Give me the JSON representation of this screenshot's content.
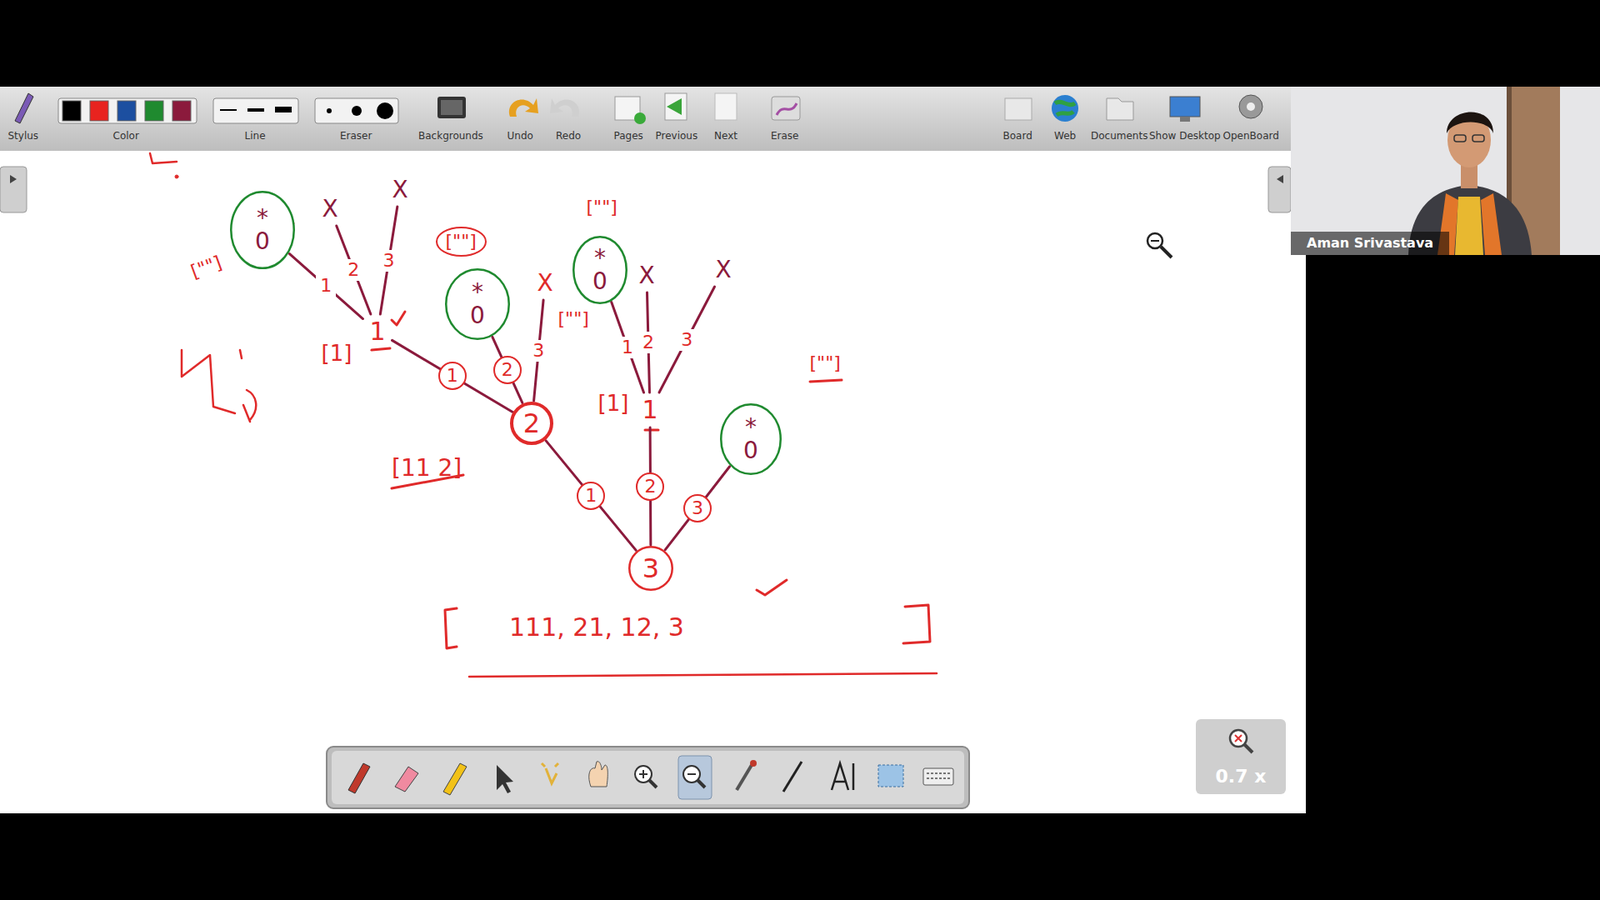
{
  "diagram": {
    "nodes": [
      {
        "text": [
          "3"
        ]
      },
      {
        "text": [
          "2"
        ]
      },
      {
        "text": [
          "1"
        ]
      },
      {
        "text": [
          "*",
          "0"
        ]
      },
      {
        "text": [
          "1"
        ]
      },
      {
        "text": [
          "*",
          "0"
        ]
      },
      {
        "text": [
          "X"
        ]
      },
      {
        "text": [
          "*",
          "0"
        ]
      },
      {
        "text": [
          "X"
        ]
      },
      {
        "text": [
          "X"
        ]
      },
      {
        "text": [
          "*",
          "0"
        ]
      },
      {
        "text": [
          "X"
        ]
      },
      {
        "text": [
          "X"
        ]
      }
    ],
    "edges": [
      {
        "from": 0,
        "to": 1,
        "arrow": "none",
        "label": "1"
      },
      {
        "from": 0,
        "to": 2,
        "arrow": "none",
        "label": "2"
      },
      {
        "from": 0,
        "to": 3,
        "arrow": "none",
        "label": "3"
      },
      {
        "from": 1,
        "to": 4,
        "arrow": "none",
        "label": "1"
      },
      {
        "from": 1,
        "to": 5,
        "arrow": "none",
        "label": "2"
      },
      {
        "from": 1,
        "to": 6,
        "arrow": "none",
        "label": "3"
      },
      {
        "from": 4,
        "to": 7,
        "arrow": "none",
        "label": "1"
      },
      {
        "from": 4,
        "to": 8,
        "arrow": "none",
        "label": "2"
      },
      {
        "from": 4,
        "to": 9,
        "arrow": "none",
        "label": "3"
      },
      {
        "from": 2,
        "to": 10,
        "arrow": "none",
        "label": "1"
      },
      {
        "from": 2,
        "to": 11,
        "arrow": "none",
        "label": "2"
      },
      {
        "from": 2,
        "to": 12,
        "arrow": "none",
        "label": "3"
      }
    ],
    "labels": [
      "Stylus",
      "Color",
      "Line",
      "Eraser",
      "Backgrounds",
      "Undo",
      "Redo",
      "Pages",
      "Previous",
      "Next",
      "Erase",
      "Board",
      "Web",
      "Documents",
      "Show Desktop",
      "OpenBoard",
      "Aman Srivastava",
      "0.7 x",
      "[\"\"]",
      "[\"\"]",
      "[\"\"]",
      "[\"\"]",
      "[\"\"]",
      "[1]",
      "[1]",
      "[11 2]",
      "111, 21, 12, 3"
    ]
  }
}
